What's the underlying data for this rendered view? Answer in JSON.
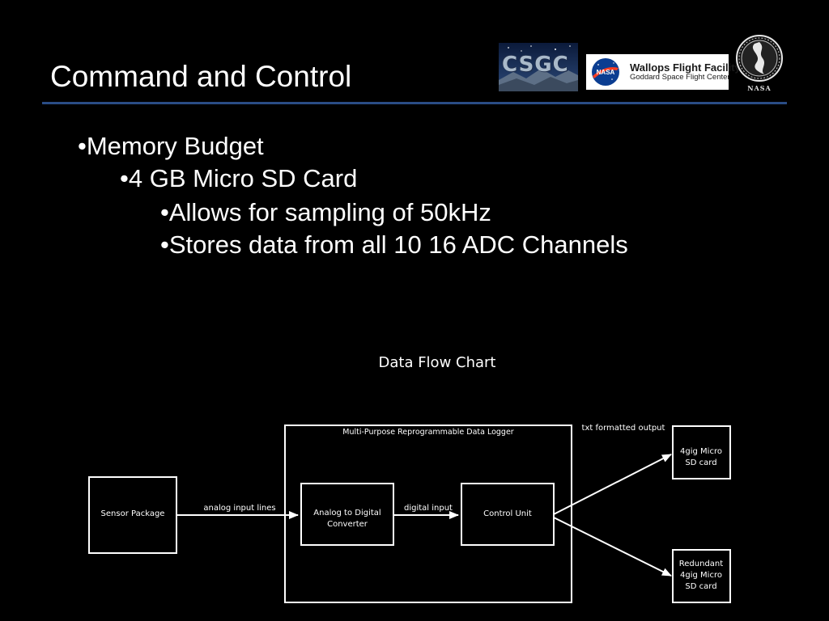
{
  "slide": {
    "title": "Command and Control"
  },
  "logos": {
    "csgc": "CSGC",
    "wallops_line1": "Wallops Flight Facility",
    "wallops_line2": "Goddard Space Flight Center",
    "nasa_meatball": "NASA",
    "seal_caption": "NASA"
  },
  "bullets": [
    {
      "level": 1,
      "text": "•Memory Budget"
    },
    {
      "level": 2,
      "text": "•4 GB Micro SD Card"
    },
    {
      "level": 3,
      "text": "•Allows for sampling of 50kHz"
    },
    {
      "level": 3,
      "text": "•Stores data from all 10 16 ADC Channels"
    }
  ],
  "diagram": {
    "title": "Data Flow Chart",
    "container_label": "Multi-Purpose Reprogrammable Data Logger",
    "nodes": {
      "sensor": [
        "Sensor Package"
      ],
      "adc": [
        "Analog to Digital",
        "Converter"
      ],
      "control": [
        "Control Unit"
      ],
      "sd1": [
        "4gig Micro",
        "SD card"
      ],
      "sd2": [
        "Redundant",
        "4gig Micro",
        "SD card"
      ]
    },
    "edges": {
      "sensor_to_adc": "analog input lines",
      "adc_to_control": "digital input",
      "control_to_sd": "txt formatted output"
    }
  },
  "colors": {
    "background": "#000000",
    "text": "#ffffff",
    "rule": "#2a4d86",
    "diagram_stroke": "#ffffff"
  }
}
